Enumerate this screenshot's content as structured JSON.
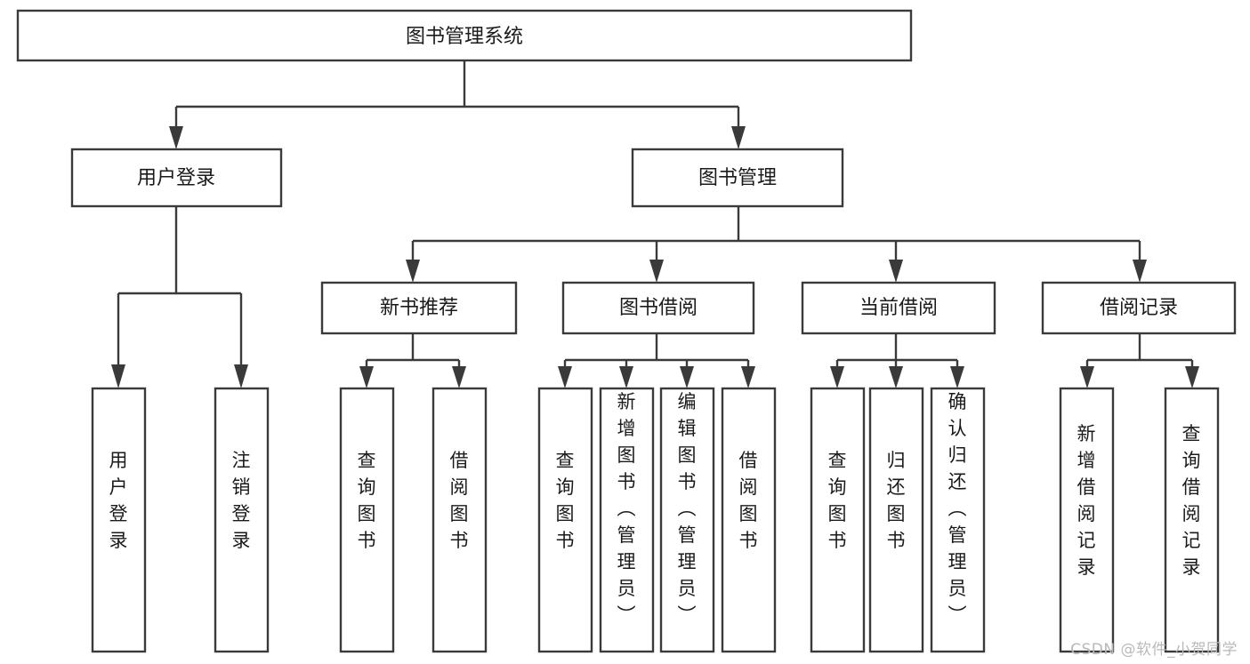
{
  "diagram": {
    "type": "hierarchy-tree",
    "title": "图书管理系统",
    "watermark": "CSDN @软件_小贺同学",
    "levels": {
      "root": {
        "label": "图书管理系统"
      },
      "level2": [
        {
          "label": "用户登录"
        },
        {
          "label": "图书管理"
        }
      ],
      "level3": [
        {
          "label": "新书推荐"
        },
        {
          "label": "图书借阅"
        },
        {
          "label": "当前借阅"
        },
        {
          "label": "借阅记录"
        }
      ],
      "leaves_user_login": [
        {
          "label": "用户登录"
        },
        {
          "label": "注销登录"
        }
      ],
      "leaves_new_book": [
        {
          "label": "查询图书"
        },
        {
          "label": "借阅图书"
        }
      ],
      "leaves_borrow": [
        {
          "label": "查询图书"
        },
        {
          "label": "新增图书（管理员）"
        },
        {
          "label": "编辑图书（管理员）"
        },
        {
          "label": "借阅图书"
        }
      ],
      "leaves_current": [
        {
          "label": "查询图书"
        },
        {
          "label": "归还图书"
        },
        {
          "label": "确认归还（管理员）"
        }
      ],
      "leaves_record": [
        {
          "label": "新增借阅记录"
        },
        {
          "label": "查询借阅记录"
        }
      ]
    },
    "colors": {
      "box_stroke": "#3a3a3a",
      "box_fill": "#ffffff",
      "text": "#1a1a1a",
      "watermark": "#b9b9b9"
    }
  }
}
